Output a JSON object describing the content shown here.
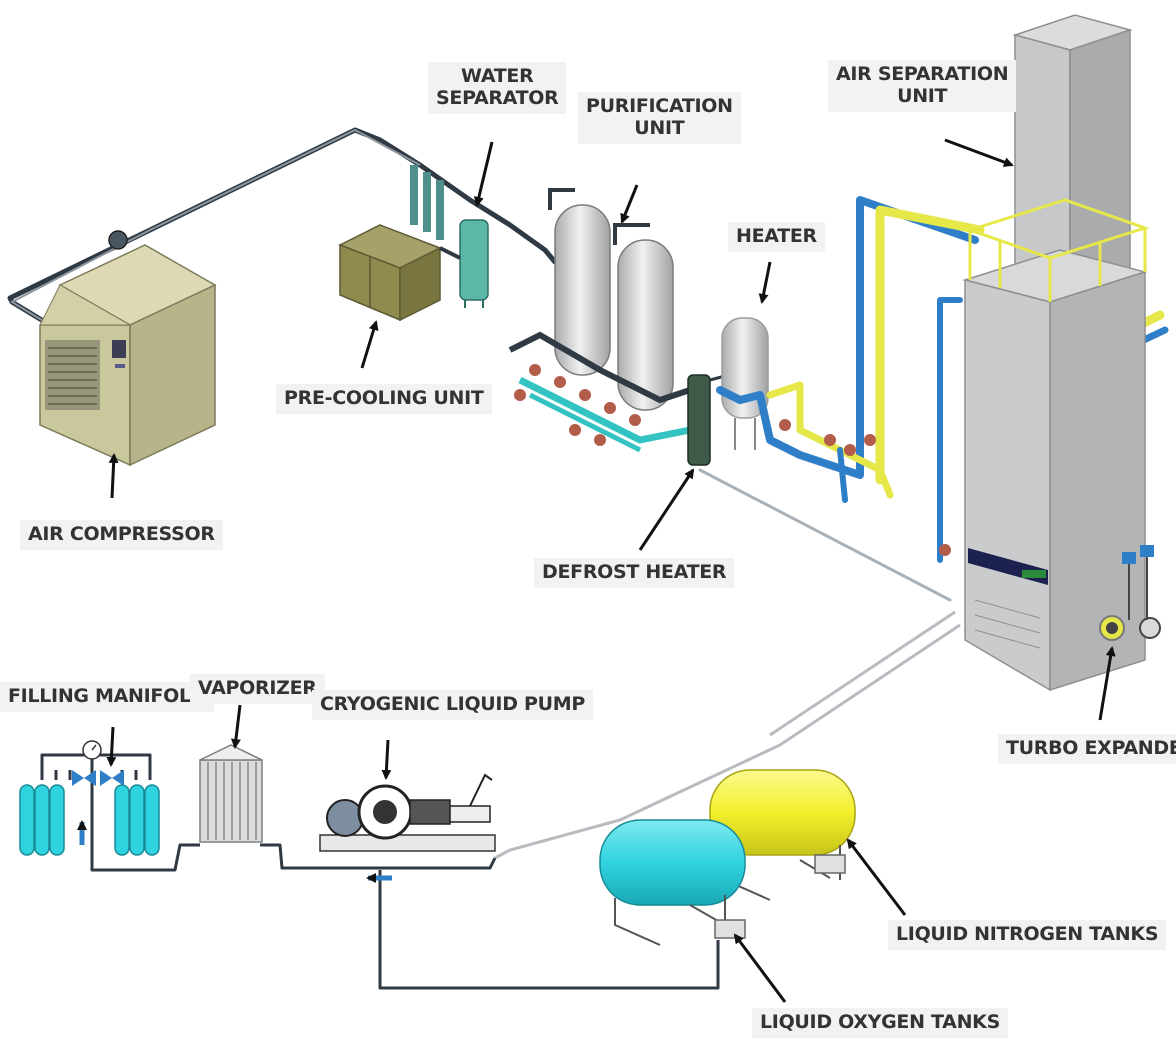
{
  "labels": {
    "water_separator": [
      "WATER",
      "SEPARATOR"
    ],
    "purification_unit": [
      "PURIFICATION",
      "UNIT"
    ],
    "air_separation_unit": [
      "AIR SEPARATION",
      "UNIT"
    ],
    "heater": "HEATER",
    "pre_cooling_unit": "PRE-COOLING UNIT",
    "air_compressor": "AIR COMPRESSOR",
    "defrost_heater": "DEFROST HEATER",
    "turbo_expander": "TURBO EXPANDER",
    "filling_manifold": "FILLING MANIFOLD",
    "vaporizer": "VAPORIZER",
    "cryogenic_liquid_pump": "CRYOGENIC LIQUID PUMP",
    "liquid_nitrogen_tanks": "LIQUID NITROGEN TANKS",
    "liquid_oxygen_tanks": "LIQUID OXYGEN TANKS"
  },
  "colors": {
    "pipe_dark": "#2f3a45",
    "pipe_blue": "#2f7fc8",
    "pipe_yellow": "#e6e84a",
    "pipe_teal": "#34c3c3",
    "compressor_body": "#c9c79c",
    "precooler_body": "#8f8a4e",
    "tower_body": "#c9cbcd",
    "oxygen_tank": "#2fd3df",
    "nitrogen_tank": "#f2ef2c",
    "label_bg": "#f3f1f1",
    "label_text": "#333333"
  }
}
